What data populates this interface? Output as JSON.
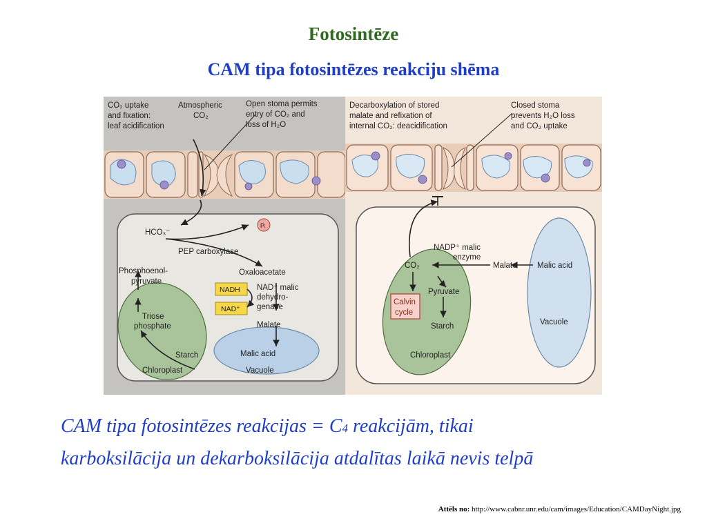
{
  "title": "Fotosintēze",
  "subtitle": "CAM tipa fotosintēzes reakciju shēma",
  "figure": {
    "night": {
      "uptake_label": [
        "CO₂ uptake",
        "and fixation:",
        "leaf acidification"
      ],
      "atmospheric_label": [
        "Atmospheric",
        "CO₂"
      ],
      "open_stoma_label": [
        "Open stoma permits",
        "entry of CO₂ and",
        "loss of H₂O"
      ],
      "hco3": "HCO₃⁻",
      "pi": "Pᵢ",
      "pep_carboxylase": "PEP carboxylase",
      "pep": [
        "Phosphoenol-",
        "pyruvate"
      ],
      "oxaloacetate": "Oxaloacetate",
      "nadh": "NADH",
      "nad": "NAD⁺",
      "malic_dehydrogenase": [
        "NAD⁺ malic",
        "dehydro-",
        "genase"
      ],
      "malate": "Malate",
      "triose": [
        "Triose",
        "phosphate"
      ],
      "starch": "Starch",
      "chloroplast": "Chloroplast",
      "malic_acid": "Malic acid",
      "vacuole": "Vacuole"
    },
    "day": {
      "decarbox_label": [
        "Decarboxylation of stored",
        "malate and refixation of",
        "internal CO₂: deacidification"
      ],
      "closed_stoma_label": [
        "Closed stoma",
        "prevents H₂O loss",
        "and CO₂ uptake"
      ],
      "nadp_enzyme": [
        "NADP⁺ malic",
        "enzyme"
      ],
      "co2": "CO₂",
      "malate": "Malate",
      "malic_acid": "Malic acid",
      "calvin": [
        "Calvin",
        "cycle"
      ],
      "pyruvate": "Pyruvate",
      "starch": "Starch",
      "chloroplast": "Chloroplast",
      "vacuole": "Vacuole"
    }
  },
  "caption": {
    "line1_a": "CAM tipa fotosintēzes reakcijas = C",
    "line1_sub": "4",
    "line1_b": " reakcijām, tikai",
    "line2": "karboksilācija un dekarboksilācija atdalītas laikā nevis telpā"
  },
  "credit": {
    "label": "Attēls no:",
    "url": "http://www.cabnr.unr.edu/cam/images/Education/CAMDayNight.jpg"
  },
  "colors": {
    "title": "#2f6b1f",
    "subtitle": "#1f3ec8",
    "night_bg": "#c4c3bf",
    "day_bg": "#f3e6da",
    "chloroplast": "#a9c39a",
    "vacuole": "#b9d0e6"
  }
}
